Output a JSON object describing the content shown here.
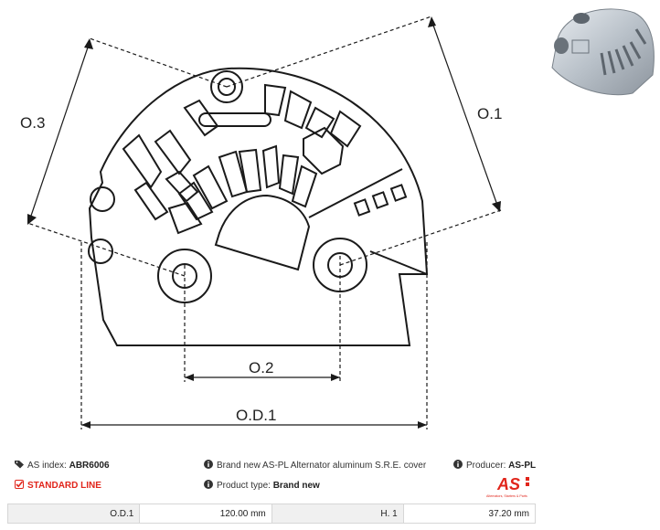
{
  "diagram": {
    "labels": {
      "o3": "O.3",
      "o1": "O.1",
      "o2": "O.2",
      "od1": "O.D.1"
    }
  },
  "info": {
    "as_index_label": "AS index:",
    "as_index_value": "ABR6006",
    "description": "Brand new AS-PL Alternator aluminum S.R.E. cover",
    "producer_label": "Producer:",
    "producer_value": "AS-PL",
    "standard_line": "STANDARD LINE",
    "product_type_label": "Product type:",
    "product_type_value": "Brand new"
  },
  "logo": {
    "text": "AS",
    "tagline": "Alternators, Starters & Parts",
    "color": "#e1251b"
  },
  "specs": [
    {
      "label": "O.D.1",
      "value": "120.00 mm"
    },
    {
      "label": "H. 1",
      "value": "37.20 mm"
    }
  ],
  "icons": [
    "tag-icon",
    "info-icon",
    "checkbox-icon"
  ]
}
